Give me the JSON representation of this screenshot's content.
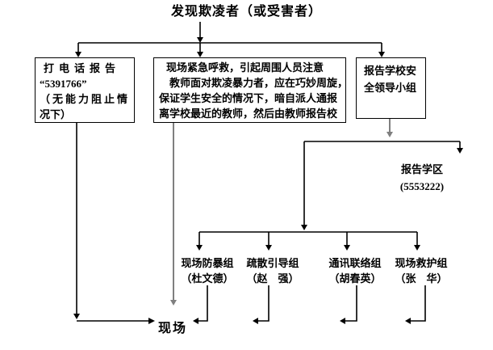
{
  "title": "发现欺凌者（或受害者）",
  "nodes": {
    "phone_box": {
      "lines": [
        "打电话报告",
        "“5391766”",
        "（无能力阻止情",
        "况下）"
      ]
    },
    "onsite_box": {
      "lines": [
        "现场紧急呼救，引起周围人员注意",
        "教师面对欺凌暴力者，应在巧妙周旋，",
        "保证学生安全的情况下，暗自派人通报",
        "离学校最近的教师，然后由教师报告校"
      ]
    },
    "safety_box": {
      "lines": [
        "报告学校安",
        "全领导小组"
      ]
    },
    "district": {
      "lines": [
        "报告学区",
        "(5553222)"
      ]
    },
    "scene": "现场"
  },
  "groups": [
    {
      "name": "现场防暴组",
      "person": "（杜文德）"
    },
    {
      "name": "疏散引导组",
      "person": "（赵　强）"
    },
    {
      "name": "通讯联络组",
      "person": "（胡春英）"
    },
    {
      "name": "现场救护组",
      "person": "（张　华）"
    }
  ],
  "colors": {
    "line": "#000000",
    "gray_line": "#7f7f7f",
    "text": "#000000",
    "background": "#ffffff"
  }
}
